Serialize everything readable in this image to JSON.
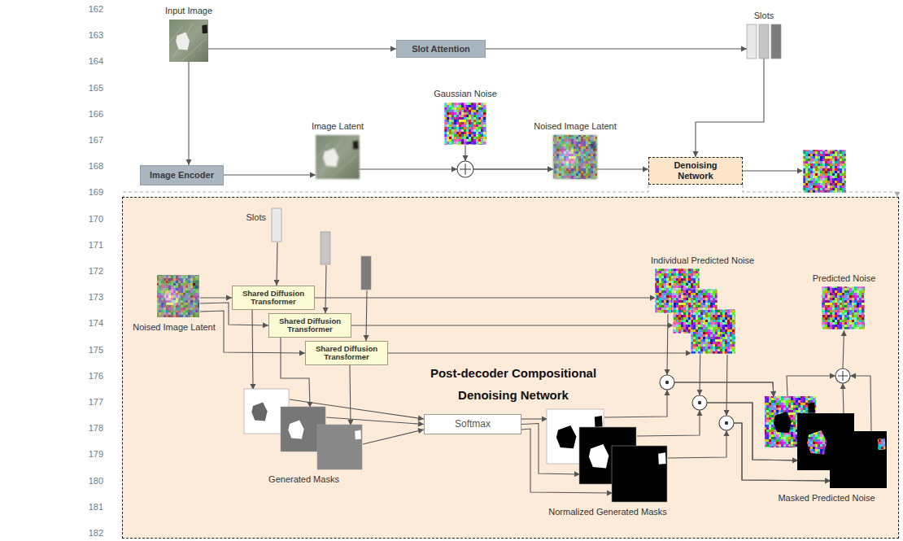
{
  "diagram": {
    "nodes": [
      {
        "text": [
          "Input Image"
        ]
      },
      {
        "text": [
          "Slot Attention"
        ]
      },
      {
        "text": [
          "Slots"
        ]
      },
      {
        "text": [
          "Image Encoder"
        ]
      },
      {
        "text": [
          "Image Latent"
        ]
      },
      {
        "text": [
          "Gaussian Noise"
        ]
      },
      {
        "text": [
          "Noised Image Latent"
        ]
      },
      {
        "text": [
          "Denoising Network"
        ]
      },
      {
        "text": [
          "Post-decoder Compositional Denoising Network"
        ]
      },
      {
        "text": [
          "Slots"
        ],
        "in": 8
      },
      {
        "text": [
          "Noised Image Latent"
        ],
        "in": 8
      },
      {
        "text": [
          "Shared Diffusion Transformer"
        ],
        "in": 8
      },
      {
        "text": [
          "Shared Diffusion Transformer"
        ],
        "in": 8
      },
      {
        "text": [
          "Shared Diffusion Transformer"
        ],
        "in": 8
      },
      {
        "text": [
          "Individual Predicted Noise"
        ],
        "in": 8
      },
      {
        "text": [
          "Predicted Noise"
        ],
        "in": 8
      },
      {
        "text": [
          "Generated Masks"
        ],
        "in": 8
      },
      {
        "text": [
          "Softmax"
        ],
        "in": 8
      },
      {
        "text": [
          "Normalized Generated Masks"
        ],
        "in": 8
      },
      {
        "text": [
          "Masked Predicted Noise"
        ],
        "in": 8
      }
    ],
    "edges": [
      {
        "from": 0,
        "to": 1,
        "arrow": "to"
      },
      {
        "from": 1,
        "to": 2,
        "arrow": "to"
      },
      {
        "from": 0,
        "to": 3,
        "arrow": "to"
      },
      {
        "from": 3,
        "to": 4,
        "arrow": "to"
      },
      {
        "from": 4,
        "to": 6,
        "arrow": "to"
      },
      {
        "from": 5,
        "to": 6,
        "arrow": "to"
      },
      {
        "from": 6,
        "to": 7,
        "arrow": "to"
      },
      {
        "from": 2,
        "to": 7,
        "arrow": "to"
      },
      {
        "from": 9,
        "to": 11,
        "arrow": "to"
      },
      {
        "from": 9,
        "to": 12,
        "arrow": "to"
      },
      {
        "from": 9,
        "to": 13,
        "arrow": "to"
      },
      {
        "from": 10,
        "to": 11,
        "arrow": "to"
      },
      {
        "from": 10,
        "to": 12,
        "arrow": "to"
      },
      {
        "from": 10,
        "to": 13,
        "arrow": "to"
      },
      {
        "from": 11,
        "to": 14,
        "arrow": "to"
      },
      {
        "from": 12,
        "to": 14,
        "arrow": "to"
      },
      {
        "from": 13,
        "to": 14,
        "arrow": "to"
      },
      {
        "from": 11,
        "to": 16,
        "arrow": "to"
      },
      {
        "from": 12,
        "to": 16,
        "arrow": "to"
      },
      {
        "from": 13,
        "to": 16,
        "arrow": "to"
      },
      {
        "from": 16,
        "to": 17,
        "arrow": "to"
      },
      {
        "from": 17,
        "to": 18,
        "arrow": "to"
      },
      {
        "from": 18,
        "to": 19,
        "arrow": "to"
      },
      {
        "from": 14,
        "to": 19,
        "arrow": "to"
      },
      {
        "from": 19,
        "to": 15,
        "arrow": "to"
      }
    ],
    "labels": [
      "162",
      "163",
      "164",
      "165",
      "166",
      "167",
      "168",
      "169",
      "170",
      "171",
      "172",
      "173",
      "174",
      "175",
      "176",
      "177",
      "178",
      "179",
      "180",
      "181",
      "182"
    ]
  }
}
